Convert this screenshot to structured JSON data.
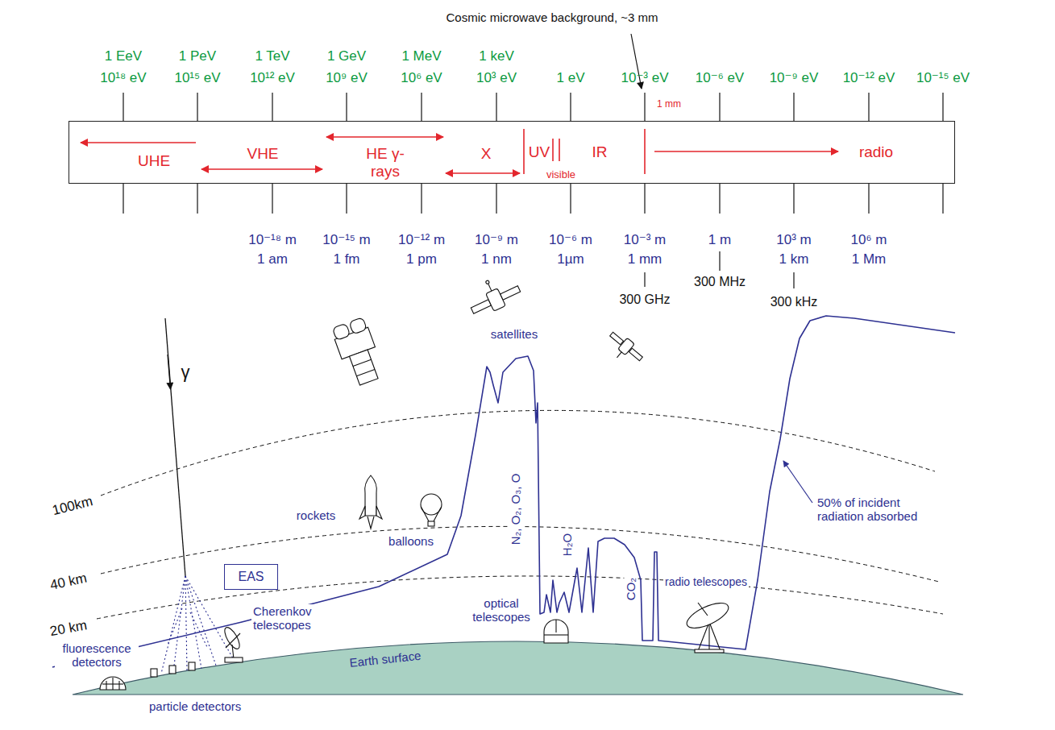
{
  "diagram": {
    "nodes": [
      {
        "text": [
          "UHE",
          "VHE",
          "HE γ-rays",
          "X",
          "UV",
          "visible",
          "IR",
          "radio"
        ]
      },
      {
        "text": [
          "EAS"
        ]
      }
    ],
    "labels": [
      "Cosmic microwave background, ~3 mm",
      "1 EeV",
      "10¹⁸ eV",
      "1 PeV",
      "10¹⁵ eV",
      "1 TeV",
      "10¹² eV",
      "1 GeV",
      "10⁹ eV",
      "1 MeV",
      "10⁶ eV",
      "1 keV",
      "10³ eV",
      "1 eV",
      "10⁻³ eV",
      "10⁻⁶ eV",
      "10⁻⁹ eV",
      "10⁻¹² eV",
      "10⁻¹⁵ eV",
      "1 mm",
      "10⁻¹⁸ m",
      "1 am",
      "10⁻¹⁵ m",
      "1 fm",
      "10⁻¹² m",
      "1 pm",
      "10⁻⁹ m",
      "1 nm",
      "10⁻⁶ m",
      "1µm",
      "10⁻³ m",
      "1 mm",
      "1 m",
      "10³ m",
      "1 km",
      "10⁶ m",
      "1 Mm",
      "300 GHz",
      "300 MHz",
      "300 kHz",
      "satellites",
      "rockets",
      "balloons",
      "N₂, O₂, O₃, O",
      "H₂O",
      "CO₂",
      "optical telescopes",
      "radio telescopes",
      "50% of incident radiation absorbed",
      "100km",
      "40 km",
      "20 km",
      "γ",
      "Cherenkov telescopes",
      "fluorescence detectors",
      "particle detectors",
      "Earth surface"
    ]
  }
}
